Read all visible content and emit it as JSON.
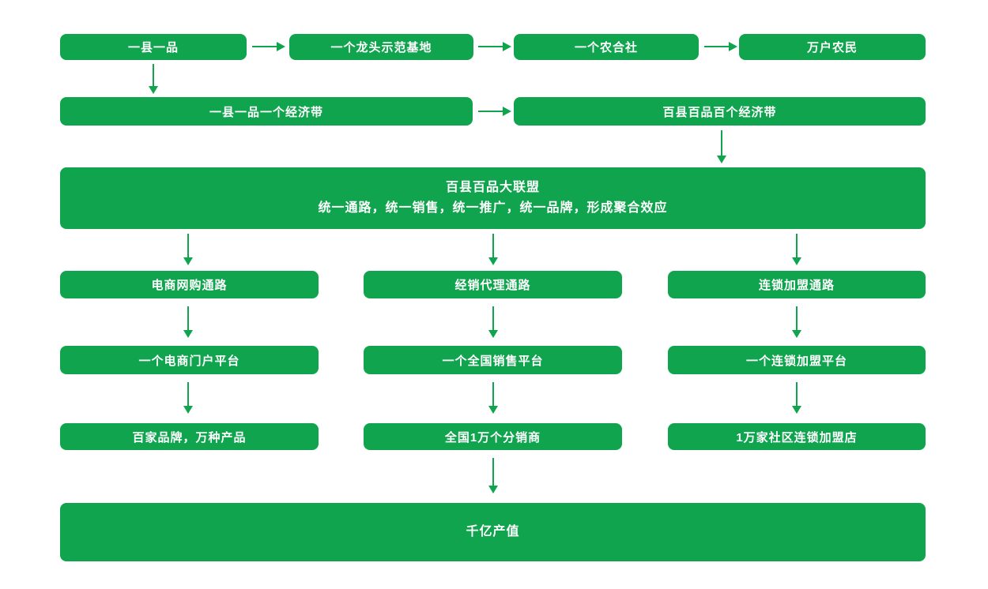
{
  "colors": {
    "green": "#0FA44D",
    "text": "#FFFFFF",
    "background": "#FFFFFF"
  },
  "flow": {
    "row1": [
      "一县一品",
      "一个龙头示范基地",
      "一个农合社",
      "万户农民"
    ],
    "row2": [
      "一县一品一个经济带",
      "百县百品百个经济带"
    ],
    "alliance": {
      "title": "百县百品大联盟",
      "subtitle": "统一通路，统一销售，统一推广，统一品牌，形成聚合效应"
    },
    "channels": [
      "电商网购通路",
      "经销代理通路",
      "连锁加盟通路"
    ],
    "platforms": [
      "一个电商门户平台",
      "一个全国销售平台",
      "一个连锁加盟平台"
    ],
    "outcomes": [
      "百家品牌，万种产品",
      "全国1万个分销商",
      "1万家社区连锁加盟店"
    ],
    "final": "千亿产值"
  }
}
